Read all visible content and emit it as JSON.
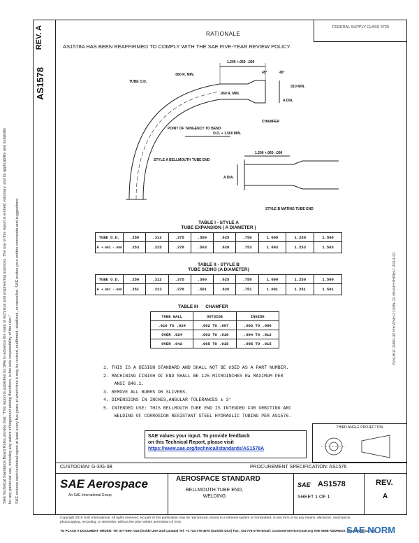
{
  "side": {
    "rev": "REV. A",
    "doc": "AS1578",
    "notes_left": "SAE Technical Standards Board Rules provide that: \"This report is published by SAE to advance the state of technical and engineering sciences. The use of this report is entirely voluntary, and its applicability and suitability for any particular use, including any patent infringement arising therefrom, is the sole responsibility of the user.\"",
    "notes_left2": "SAE reviews each technical report at least every five years at which time it may be revised, reaffirmed, stabilized, or cancelled. SAE invites your written comments and suggestions.",
    "notes_right": "ISSUED 1980-02   REVISED 1995-11   REAFFIRMED 2010-01"
  },
  "header": {
    "rationale_label": "RATIONALE",
    "fsc": "FEDERAL SUPPLY CLASS 4720",
    "reaffirm_text": "AS1578A HAS BEEN REAFFIRMED TO COMPLY WITH THE SAE FIVE-YEAR REVIEW POLICY."
  },
  "drawing": {
    "labels": {
      "tube_od": "TUBE O.D.",
      "r060_min": ".060 R. MIN.",
      "dim_top": "1.200 +.060 -.000",
      "deg45a": "45°",
      "deg45b": "45°",
      "r060": ".060 R. MIN.",
      "r010": ".010 MIN.",
      "a_dia": "A DIA.",
      "chamfer": "CHAMFER",
      "point_tangency": "POINT OF TANGENCY TO BEND",
      "od_plus": "O.D. + 1.500 MIN.",
      "style_a": "STYLE A BELLMOUTH TUBE END",
      "dim_b": "1.200 +.060 -.000",
      "a_dia_b": "A DIA.",
      "style_b": "STYLE B MATING TUBE END"
    }
  },
  "table1": {
    "title": "TABLE I - STYLE A",
    "subtitle": "TUBE EXPANSION ( A DIAMETER )",
    "row1_label": "TUBE O.D.",
    "row2_label": "A",
    "row2_tol": "+.002 -.000",
    "od": [
      ".250",
      ".312",
      ".375",
      ".500",
      ".625",
      ".750",
      "1.000",
      "1.250",
      "1.500"
    ],
    "a": [
      ".253",
      ".315",
      ".378",
      ".503",
      ".628",
      ".753",
      "1.003",
      "1.253",
      "1.503"
    ]
  },
  "table2": {
    "title": "TABLE II - STYLE B",
    "subtitle": "TUBE SIZING (A DIAMETER)",
    "row1_label": "TUBE O.D.",
    "row2_label": "A",
    "row2_tol": "+.001 -.000",
    "od": [
      ".250",
      ".312",
      ".375",
      ".500",
      ".625",
      ".750",
      "1.000",
      "1.250",
      "1.500"
    ],
    "a": [
      ".251",
      ".313",
      ".376",
      ".501",
      ".626",
      ".751",
      "1.001",
      "1.251",
      "1.501"
    ]
  },
  "table3": {
    "title": "TABLE III",
    "title2": "CHAMFER",
    "headers": [
      "TUBE WALL",
      "OUTSIDE",
      "INSIDE"
    ],
    "rows": [
      [
        ".016 TO .024",
        ".002 TO .007",
        ".003 TO .008"
      ],
      [
        "OVER .024",
        ".003 TO .010",
        ".004 TO .012"
      ],
      [
        "OVER .042",
        ".005 TO .015",
        ".005 TO .015"
      ]
    ]
  },
  "notes": [
    "1.  THIS IS A DESIGN STANDARD AND SHALL NOT BE USED AS A PART NUMBER.",
    "2.  MACHINING FINISH OF END SHALL BE 125 MICROINCHES Ra MAXIMUM PER",
    "    ANSI B46.1.",
    "3.  REMOVE ALL BURRS OR SLIVERS.",
    "4.  DIMENSIONS IN INCHES,ANGULAR TOLERANCES ± 3°",
    "5.  INTENDED USE: THIS BELLMOUTH TUBE END IS INTENDED FOR ORBITING ARC",
    "    WELDING OF CORROSION RESISTANT STEEL HYDRAULIC TUBING PER AS1576."
  ],
  "feedback": {
    "line1": "SAE values your input. To provide feedback",
    "line2": "on this Technical Report, please visit",
    "link": "https://www.sae.org/technical/standards/AS1578A"
  },
  "third_angle": "THIRD ANGLE PROJECTION",
  "footer": {
    "custodian": "CUSTODIAN: G-3/G-3B",
    "procurement": "PROCUREMENT SPECIFICATION: AS1576",
    "logo": "SAE Aerospace",
    "logo_sub": "An SAE International Group",
    "title": "AEROSPACE STANDARD",
    "subtitle1": "BELLMOUTH TUBE END,",
    "subtitle2": "WELDING",
    "sae": "SAE",
    "number": "AS1578",
    "sheet": "SHEET 1 OF 1",
    "rev_label": "REV.",
    "rev": "A"
  },
  "copyright": "Copyright 2010 SAE International. All rights reserved. No part of this publication may be reproduced, stored in a retrieval system or transmitted, in any form or by any means, electronic, mechanical, photocopying, recording, or otherwise, without the prior written permission of SAE.",
  "contacts": "TO PLACE A DOCUMENT ORDER:   Tel: 877-606-7323 (inside USA and Canada)   Tel: +1 724-776-4970 (outside USA)   Fax: 724-776-0790   Email: CustomerService@sae.org   SAE WEB ADDRESS: http://www.sae.org",
  "watermark": "SAE NORM"
}
